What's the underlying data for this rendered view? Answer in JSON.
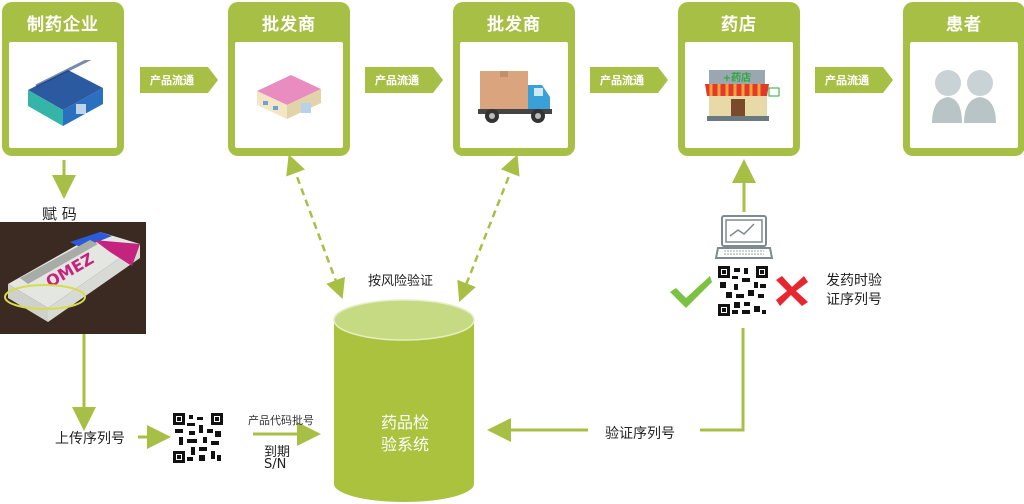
{
  "colors": {
    "accent_green": "#a8bf45",
    "light_green": "#c9dc86",
    "check_green": "#7cc242",
    "cross_red": "#e8262f",
    "text_dark": "#222222"
  },
  "stages": [
    {
      "title": "制药企业",
      "icon": "factory-icon"
    },
    {
      "title": "批发商",
      "icon": "warehouse-icon"
    },
    {
      "title": "批发商",
      "icon": "delivery-truck-icon"
    },
    {
      "title": "药店",
      "icon": "pharmacy-store-icon"
    },
    {
      "title": "患者",
      "icon": "patients-icon"
    }
  ],
  "flow_label": "产品流通",
  "assign_code_label": "赋 码",
  "product_photo_text": "OMEZ",
  "upload_serial_label": "上传序列号",
  "product_info": {
    "line1": "产品代码批号",
    "line2": "到期",
    "line3": "S/N"
  },
  "risk_verify_label": "按风险验证",
  "database": {
    "line1": "药品检",
    "line2": "验系统"
  },
  "verify_serial_label": "验证序列号",
  "dispense_verify": {
    "line1": "发药时验",
    "line2": "证序列号"
  }
}
